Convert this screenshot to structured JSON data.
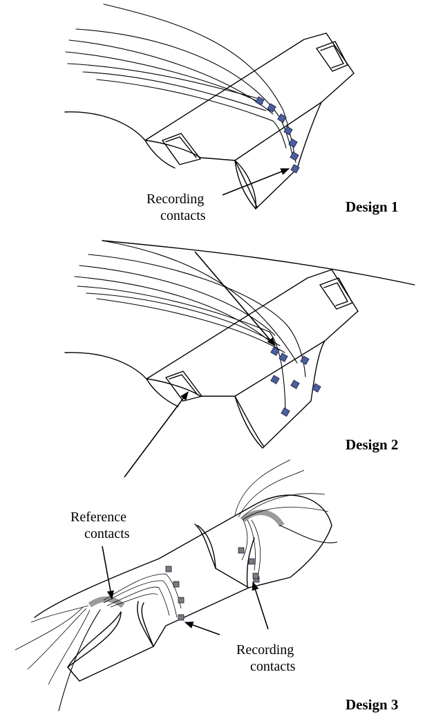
{
  "designs": [
    {
      "title": "Design 1",
      "labels": [
        "Recording",
        "contacts"
      ]
    },
    {
      "title": "Design 2",
      "labels": []
    },
    {
      "title": "Design 3",
      "labels": [
        "Reference",
        "contacts",
        "Recording",
        "contacts"
      ]
    }
  ],
  "colors": {
    "ink": "#000000",
    "pad_blue": "#4a5f9e",
    "pad_gray": "#7a7a7a",
    "reference_band": "#9a9a9a"
  }
}
